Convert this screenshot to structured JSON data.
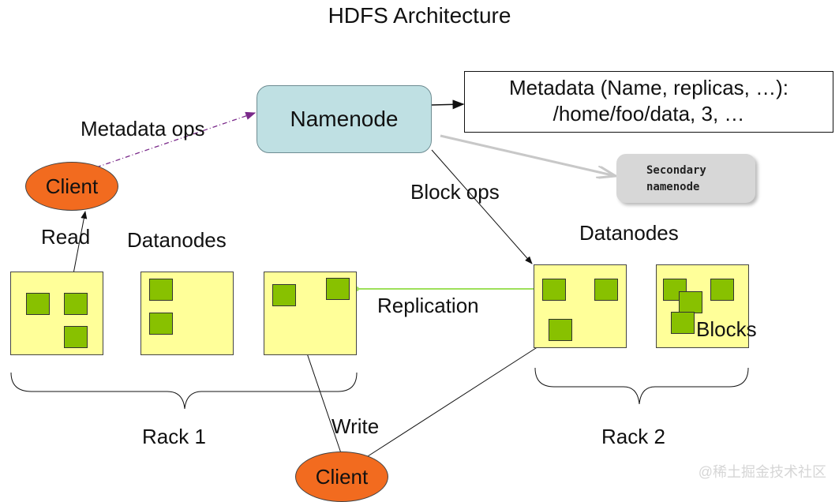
{
  "title": "HDFS Architecture",
  "namenode": "Namenode",
  "metadata_box": {
    "line1": "Metadata (Name, replicas, …):",
    "line2": "/home/foo/data, 3, …"
  },
  "secondary_namenode": {
    "line1": "Secondary",
    "line2": "namenode"
  },
  "client_top": "Client",
  "client_bottom": "Client",
  "labels": {
    "metadata_ops": "Metadata ops",
    "block_ops": "Block ops",
    "read": "Read",
    "datanodes_left": "Datanodes",
    "datanodes_right": "Datanodes",
    "replication": "Replication",
    "blocks": "Blocks",
    "write": "Write",
    "rack1": "Rack 1",
    "rack2": "Rack 2"
  },
  "watermark": "@稀土掘金技术社区",
  "colors": {
    "namenode_fill": "#bfe0e3",
    "client_fill": "#f26b1f",
    "datanode_fill": "#ffff99",
    "block_fill": "#88c100",
    "secondary_fill": "#d7d7d7",
    "replication_line": "#9ee05a",
    "metadata_ops_line": "#7a2a8a"
  }
}
